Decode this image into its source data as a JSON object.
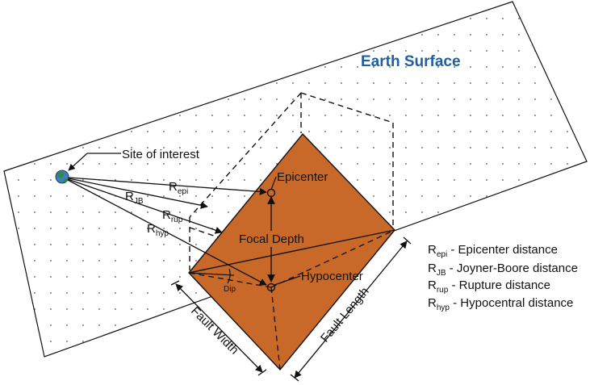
{
  "colors": {
    "fault": "#c8692a",
    "earth_title": "#1f5f9e",
    "line": "#111111",
    "site_globe": "#2e8a4a"
  },
  "earth_surface_label": "Earth Surface",
  "site_label": "Site of interest",
  "site_icon": "globe-icon",
  "epicenter_label": "Epicenter",
  "hypocenter_label": "Hypocenter",
  "focal_depth_label": "Focal Depth",
  "dip_label": "Dip",
  "fault_width_label": "Fault Width",
  "fault_length_label": "Fault Length",
  "distances": [
    {
      "main": "R",
      "sub": "epi"
    },
    {
      "main": "R",
      "sub": "JB"
    },
    {
      "main": "R",
      "sub": "rup"
    },
    {
      "main": "R",
      "sub": "hyp"
    }
  ],
  "legend": [
    {
      "main": "R",
      "sub": "epi",
      "desc": " - Epicenter distance"
    },
    {
      "main": "R",
      "sub": "JB",
      "desc": " - Joyner-Boore distance"
    },
    {
      "main": "R",
      "sub": "rup",
      "desc": " - Rupture distance"
    },
    {
      "main": "R",
      "sub": "hyp",
      "desc": " - Hypocentral distance"
    }
  ]
}
